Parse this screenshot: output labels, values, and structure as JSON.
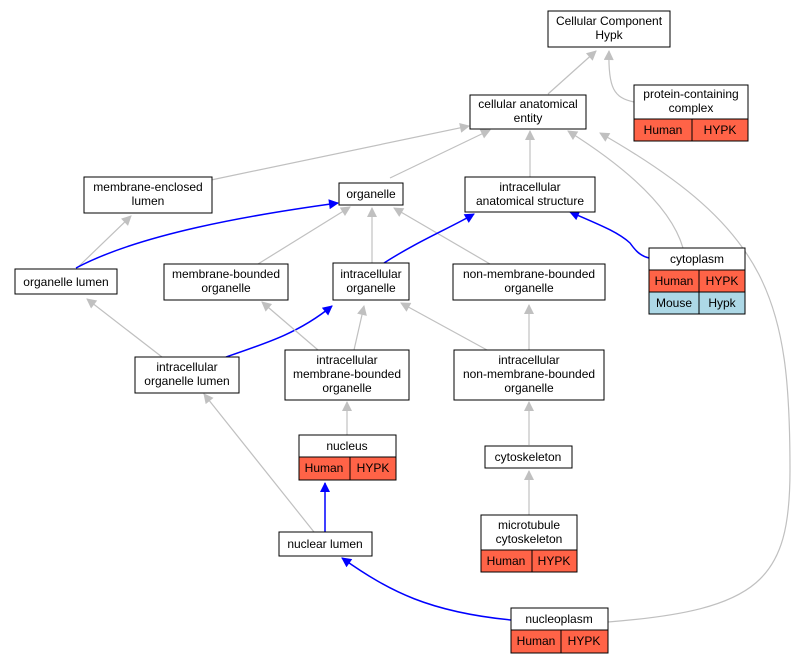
{
  "colors": {
    "human": "#ff6347",
    "mouse": "#add8e6",
    "edge_gray": "#c0c0c0",
    "edge_blue": "#0000ff",
    "node_border": "#000000",
    "node_fill": "#ffffff"
  },
  "nodes": {
    "cellular_component": {
      "lines": [
        "Cellular Component",
        "Hypk"
      ]
    },
    "cellular_anatomical_entity": {
      "lines": [
        "cellular anatomical",
        "entity"
      ]
    },
    "protein_containing_complex": {
      "lines": [
        "protein-containing",
        "complex"
      ],
      "annotations": [
        [
          "Human",
          "HYPK"
        ]
      ]
    },
    "membrane_enclosed_lumen": {
      "lines": [
        "membrane-enclosed",
        "lumen"
      ]
    },
    "organelle": {
      "lines": [
        "organelle"
      ]
    },
    "intracellular_anatomical_structure": {
      "lines": [
        "intracellular",
        "anatomical structure"
      ]
    },
    "organelle_lumen": {
      "lines": [
        "organelle lumen"
      ]
    },
    "membrane_bounded_organelle": {
      "lines": [
        "membrane-bounded",
        "organelle"
      ]
    },
    "intracellular_organelle": {
      "lines": [
        "intracellular",
        "organelle"
      ]
    },
    "non_membrane_bounded_organelle": {
      "lines": [
        "non-membrane-bounded",
        "organelle"
      ]
    },
    "cytoplasm": {
      "lines": [
        "cytoplasm"
      ],
      "annotations": [
        [
          "Human",
          "HYPK"
        ],
        [
          "Mouse",
          "Hypk"
        ]
      ]
    },
    "intracellular_organelle_lumen": {
      "lines": [
        "intracellular",
        "organelle lumen"
      ]
    },
    "intracellular_membrane_bounded_organelle": {
      "lines": [
        "intracellular",
        "membrane-bounded",
        "organelle"
      ]
    },
    "intracellular_non_membrane_bounded_organelle": {
      "lines": [
        "intracellular",
        "non-membrane-bounded",
        "organelle"
      ]
    },
    "nucleus": {
      "lines": [
        "nucleus"
      ],
      "annotations": [
        [
          "Human",
          "HYPK"
        ]
      ]
    },
    "cytoskeleton": {
      "lines": [
        "cytoskeleton"
      ]
    },
    "microtubule_cytoskeleton": {
      "lines": [
        "microtubule",
        "cytoskeleton"
      ],
      "annotations": [
        [
          "Human",
          "HYPK"
        ]
      ]
    },
    "nuclear_lumen": {
      "lines": [
        "nuclear lumen"
      ]
    },
    "nucleoplasm": {
      "lines": [
        "nucleoplasm"
      ],
      "annotations": [
        [
          "Human",
          "HYPK"
        ]
      ]
    }
  }
}
